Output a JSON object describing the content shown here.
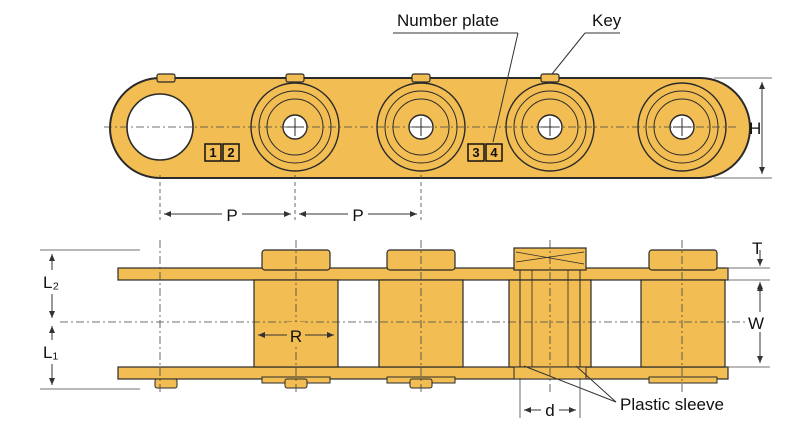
{
  "labels": {
    "number_plate": "Number plate",
    "key": "Key",
    "h": "H",
    "p1": "P",
    "p2": "P",
    "t": "T",
    "w": "W",
    "l2": "L₂",
    "l1": "L₁",
    "r": "R",
    "d": "d",
    "plastic_sleeve": "Plastic sleeve"
  },
  "plates": {
    "first": [
      "1",
      "2"
    ],
    "second": [
      "3",
      "4"
    ]
  },
  "colors": {
    "chain_fill": "#f2bd52",
    "outline": "#2a2a2a",
    "dimension_line": "#444444"
  }
}
